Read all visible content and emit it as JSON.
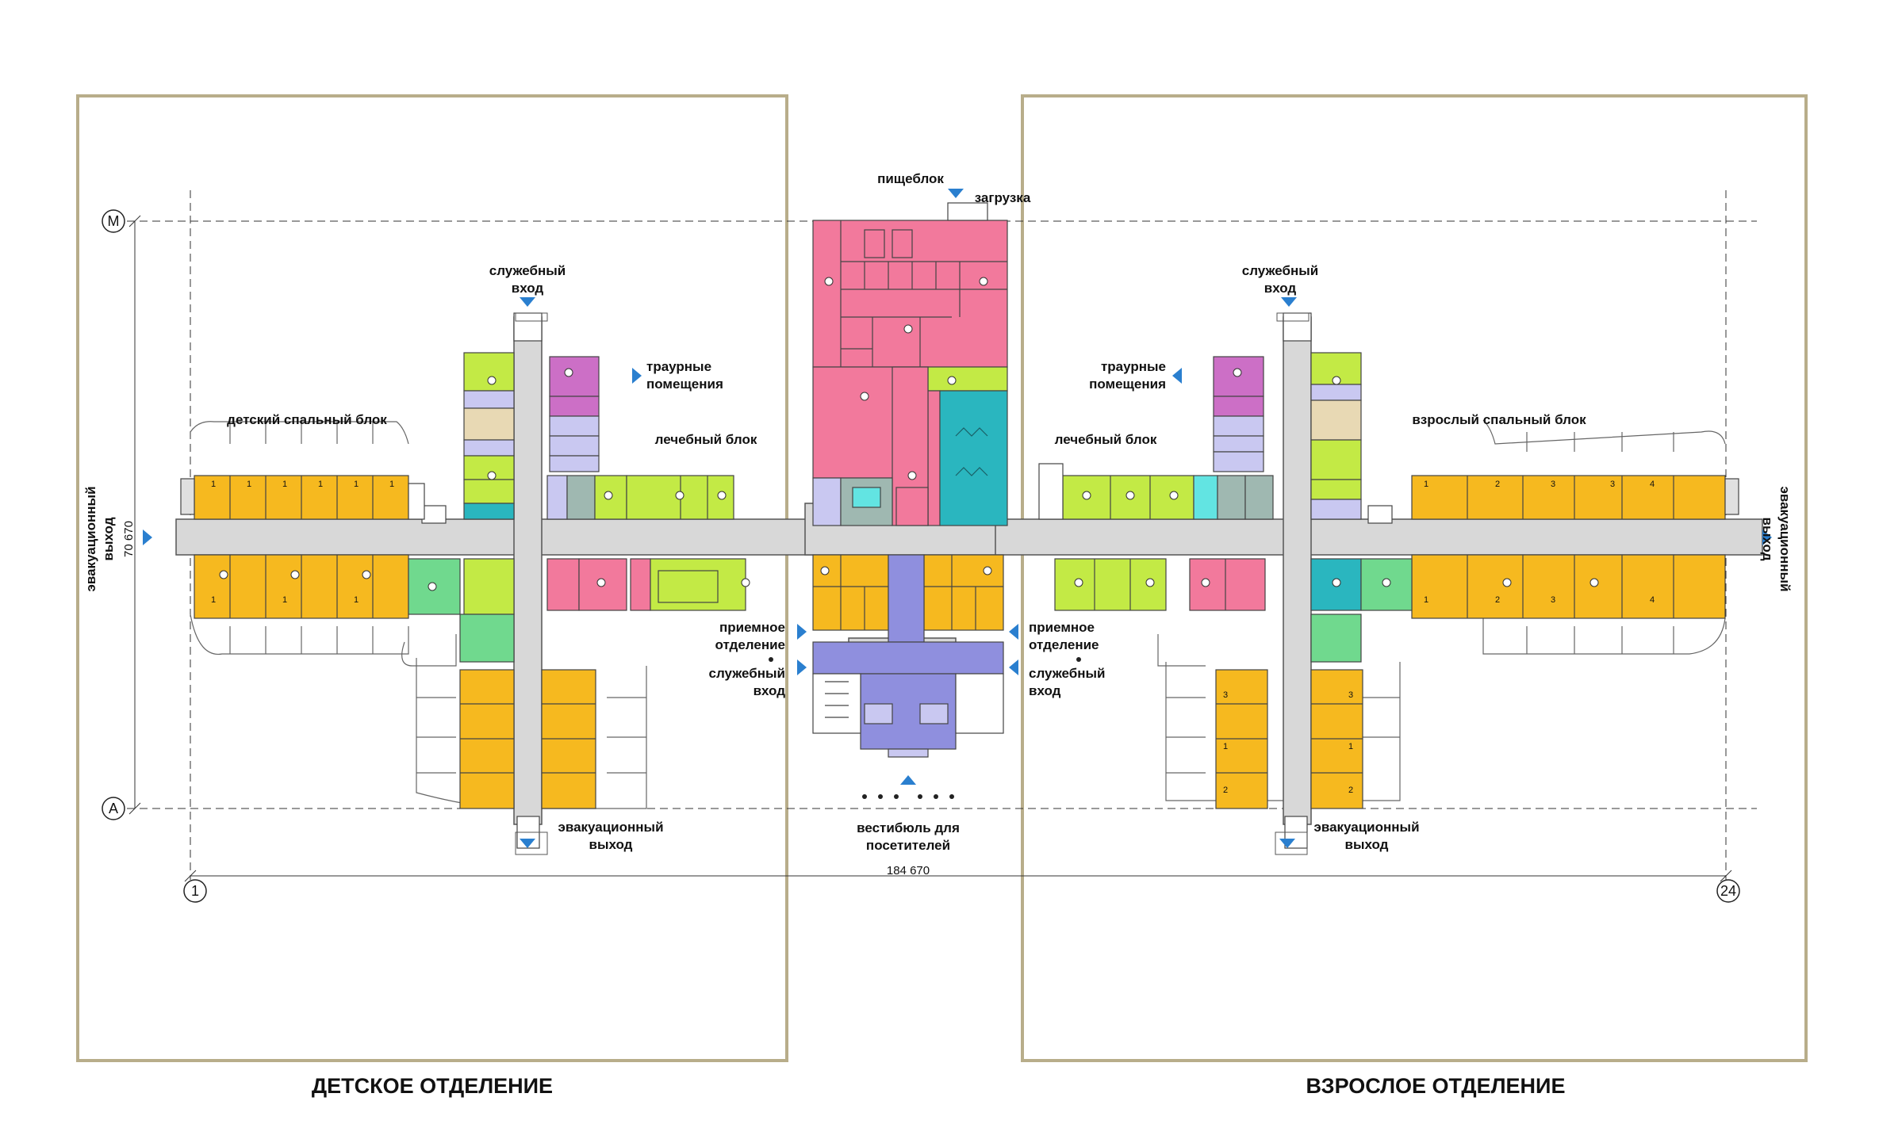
{
  "sections": {
    "children": "ДЕТСКОЕ ОТДЕЛЕНИЕ",
    "adult": "ВЗРОСЛОЕ ОТДЕЛЕНИЕ"
  },
  "labels": {
    "food_block": "пищеблок",
    "loading": "загрузка",
    "service_entrance_l1": "служебный",
    "service_entrance_l2": "вход",
    "mourning_l1": "траурные",
    "mourning_l2": "помещения",
    "treatment_block": "лечебный блок",
    "children_sleep": "детский спальный блок",
    "adult_sleep": "взрослый спальный блок",
    "evac_l1": "эвакуационный",
    "evac_l2": "выход",
    "reception_l1": "приемное",
    "reception_l2": "отделение",
    "lobby_l1": "вестибюль для",
    "lobby_l2": "посетителей"
  },
  "dimensions": {
    "height": "70 670",
    "width": "184 670"
  },
  "axes": {
    "top": "М",
    "bottom": "А",
    "left": "1",
    "right": "24"
  },
  "room_numbers": [
    "1",
    "2",
    "3",
    "4"
  ],
  "colors": {
    "frame": "#b8ad8a",
    "orange": "#f6b91f",
    "lime": "#c3ea45",
    "pink": "#f2799c",
    "magenta": "#cc6fc6",
    "lavender": "#c9c8f1",
    "teal": "#2ab6bf",
    "green": "#70d98e",
    "cyan": "#62e4e2",
    "slate": "#9fb8b1",
    "blue": "#8f8fde",
    "beige": "#e8d9b4",
    "light_green": "#a6e0a0",
    "corridor": "#d8d8d8",
    "arrow": "#2a7fcf"
  }
}
